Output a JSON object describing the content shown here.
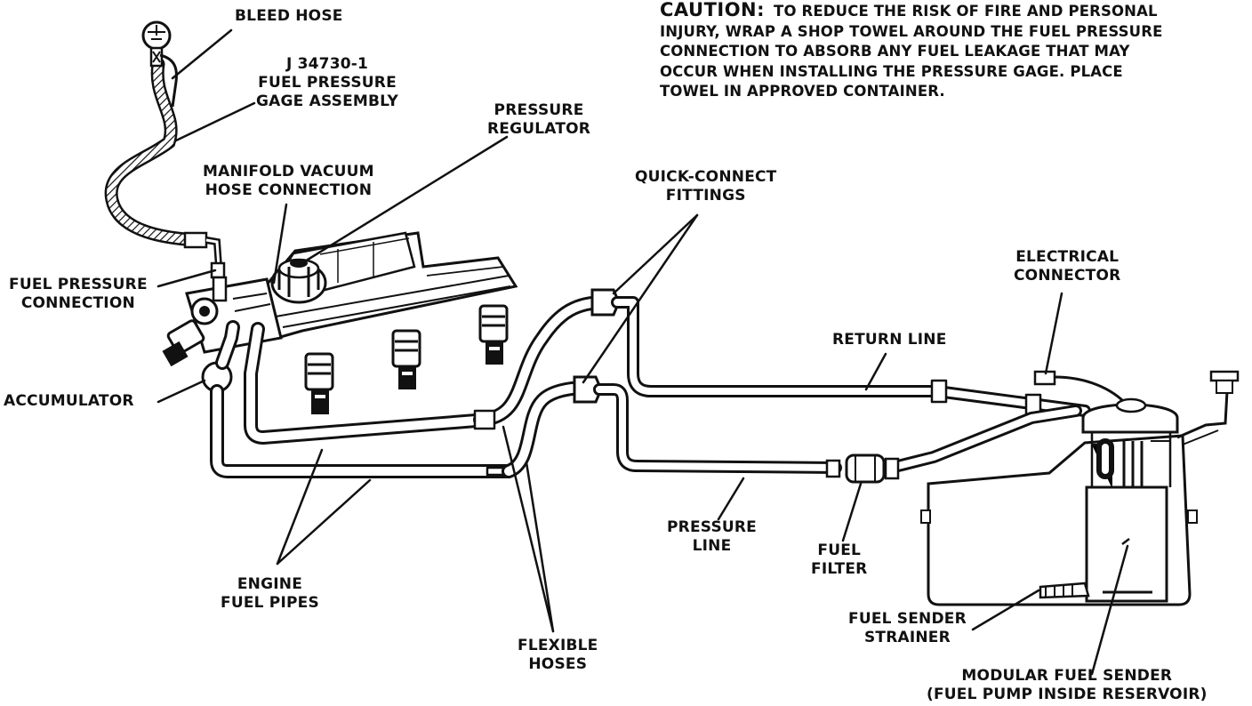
{
  "caution": {
    "heading": "CAUTION:",
    "lines": [
      "TO REDUCE THE RISK OF FIRE AND PERSONAL",
      "INJURY, WRAP A SHOP TOWEL AROUND THE FUEL PRESSURE",
      "CONNECTION TO ABSORB ANY FUEL LEAKAGE THAT MAY",
      "OCCUR WHEN INSTALLING THE PRESSURE GAGE.   PLACE",
      "TOWEL IN APPROVED CONTAINER."
    ]
  },
  "labels": {
    "bleed_hose": [
      "BLEED HOSE"
    ],
    "gage_assembly": [
      "J 34730-1",
      "FUEL PRESSURE",
      "GAGE ASSEMBLY"
    ],
    "pressure_regulator": [
      "PRESSURE",
      "REGULATOR"
    ],
    "manifold_vacuum": [
      "MANIFOLD VACUUM",
      "HOSE CONNECTION"
    ],
    "quick_connect": [
      "QUICK-CONNECT",
      "FITTINGS"
    ],
    "electrical_connector": [
      "ELECTRICAL",
      "CONNECTOR"
    ],
    "fuel_pressure_connection": [
      "FUEL PRESSURE",
      "CONNECTION"
    ],
    "return_line": [
      "RETURN LINE"
    ],
    "accumulator": [
      "ACCUMULATOR"
    ],
    "pressure_line": [
      "PRESSURE",
      "LINE"
    ],
    "fuel_filter": [
      "FUEL",
      "FILTER"
    ],
    "engine_fuel_pipes": [
      "ENGINE",
      "FUEL PIPES"
    ],
    "flexible_hoses": [
      "FLEXIBLE",
      "HOSES"
    ],
    "fuel_sender_strainer": [
      "FUEL SENDER",
      "STRAINER"
    ],
    "modular_fuel_sender": [
      "MODULAR FUEL SENDER",
      "(FUEL PUMP INSIDE RESERVOIR)"
    ]
  }
}
